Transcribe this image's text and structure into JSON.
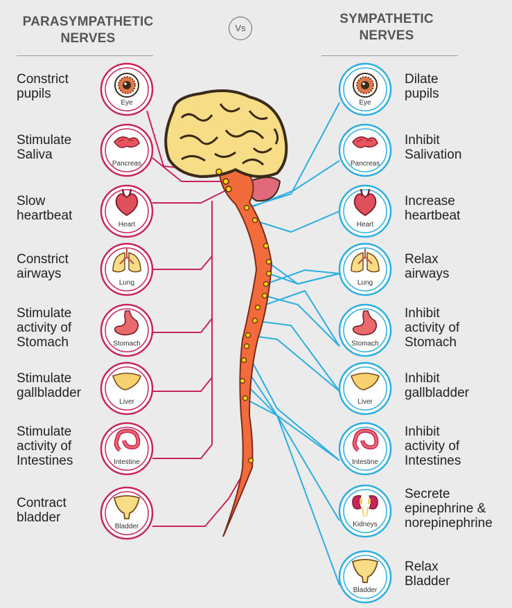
{
  "headers": {
    "left": [
      "PARASYMPATHETIC",
      "NERVES"
    ],
    "vs": "Vs",
    "right": [
      "SYMPATHETIC",
      "NERVES"
    ]
  },
  "colors": {
    "parasympathetic": "#c8235a",
    "sympathetic": "#2aaee0",
    "spine": "#f26b3a",
    "brain": "#f7dd85",
    "brain_outline": "#3a2a1a",
    "ganglion": "#f7d000"
  },
  "parasympathetic": [
    {
      "organ": "Eye",
      "icon": "eye-icon",
      "lines": [
        "Constrict",
        "pupils"
      ]
    },
    {
      "organ": "Pancreas",
      "icon": "pancreas-icon",
      "lines": [
        "Stimulate",
        "Saliva"
      ]
    },
    {
      "organ": "Heart",
      "icon": "heart-icon",
      "lines": [
        "Slow",
        "heartbeat"
      ]
    },
    {
      "organ": "Lung",
      "icon": "lung-icon",
      "lines": [
        "Constrict",
        "airways"
      ]
    },
    {
      "organ": "Stomach",
      "icon": "stomach-icon",
      "lines": [
        "Stimulate",
        "activity of",
        "Stomach"
      ]
    },
    {
      "organ": "Liver",
      "icon": "liver-icon",
      "lines": [
        "Stimulate",
        "gallbladder"
      ]
    },
    {
      "organ": "Intestine",
      "icon": "intestine-icon",
      "lines": [
        "Stimulate",
        "activity of",
        "Intestines"
      ]
    },
    {
      "organ": "Bladder",
      "icon": "bladder-icon",
      "lines": [
        "Contract",
        "bladder"
      ]
    }
  ],
  "sympathetic": [
    {
      "organ": "Eye",
      "icon": "eye-icon",
      "lines": [
        "Dilate",
        "pupils"
      ]
    },
    {
      "organ": "Pancreas",
      "icon": "pancreas-icon",
      "lines": [
        "Inhibit",
        "Salivation"
      ]
    },
    {
      "organ": "Heart",
      "icon": "heart-icon",
      "lines": [
        "Increase",
        "heartbeat"
      ]
    },
    {
      "organ": "Lung",
      "icon": "lung-icon",
      "lines": [
        "Relax",
        "airways"
      ]
    },
    {
      "organ": "Stomach",
      "icon": "stomach-icon",
      "lines": [
        "Inhibit",
        "activity of",
        "Stomach"
      ]
    },
    {
      "organ": "Liver",
      "icon": "liver-icon",
      "lines": [
        "Inhibit",
        "gallbladder"
      ]
    },
    {
      "organ": "Intestine",
      "icon": "intestine-icon",
      "lines": [
        "Inhibit",
        "activity of",
        "Intestines"
      ]
    },
    {
      "organ": "Kidneys",
      "icon": "kidneys-icon",
      "lines": [
        "Secrete",
        "epinephrine &",
        "norepinephrine"
      ]
    },
    {
      "organ": "Bladder",
      "icon": "bladder-icon",
      "lines": [
        "Relax",
        "Bladder"
      ]
    }
  ]
}
